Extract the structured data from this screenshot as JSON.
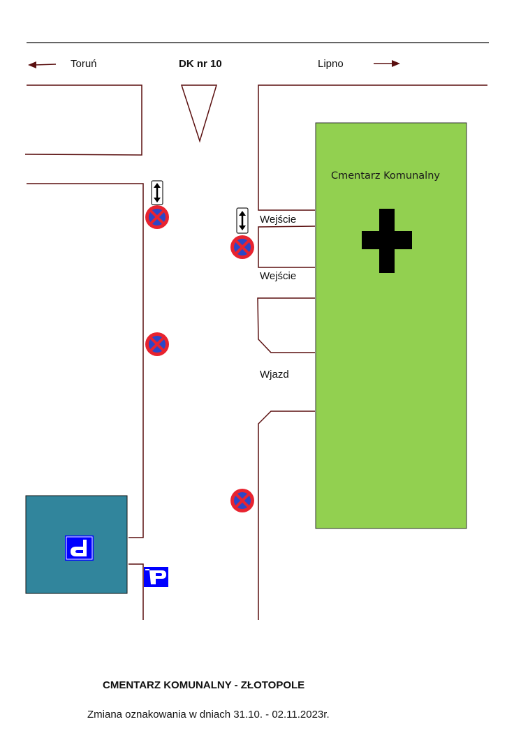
{
  "header": {
    "left_destination": "Toruń",
    "road_name": "DK nr 10",
    "right_destination": "Lipno"
  },
  "cemetery": {
    "name": "Cmentarz Komunalny",
    "fill_color": "#92d050",
    "cross_color": "#000000"
  },
  "access_points": [
    {
      "label": "Wejście"
    },
    {
      "label": "Wejście"
    },
    {
      "label": "Wjazd"
    }
  ],
  "parking": {
    "area_color": "#31859c",
    "sign_color": "#0000ff"
  },
  "signs": {
    "no_stopping": "no-stopping-sign",
    "both_directions_plate": "double-arrow-plate",
    "yield": "yield-triangle"
  },
  "road_line_color": "#5a0f0f",
  "footer": {
    "title": "CMENTARZ KOMUNALNY  -  ZŁOTOPOLE",
    "subtitle": "Zmiana oznakowania w dniach 31.10. - 02.11.2023r."
  }
}
